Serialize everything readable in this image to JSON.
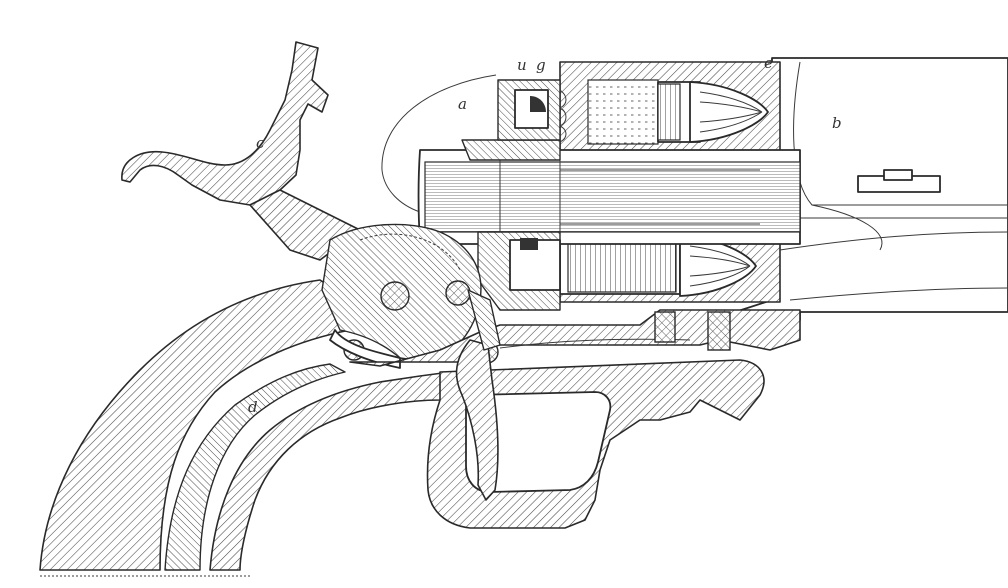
{
  "labels": {
    "a": "a",
    "b": "b",
    "c": "c",
    "d": "d",
    "e": "e",
    "g": "g",
    "u": "u"
  },
  "colors": {
    "ink": "#2a2a2a",
    "paper": "#ffffff"
  }
}
